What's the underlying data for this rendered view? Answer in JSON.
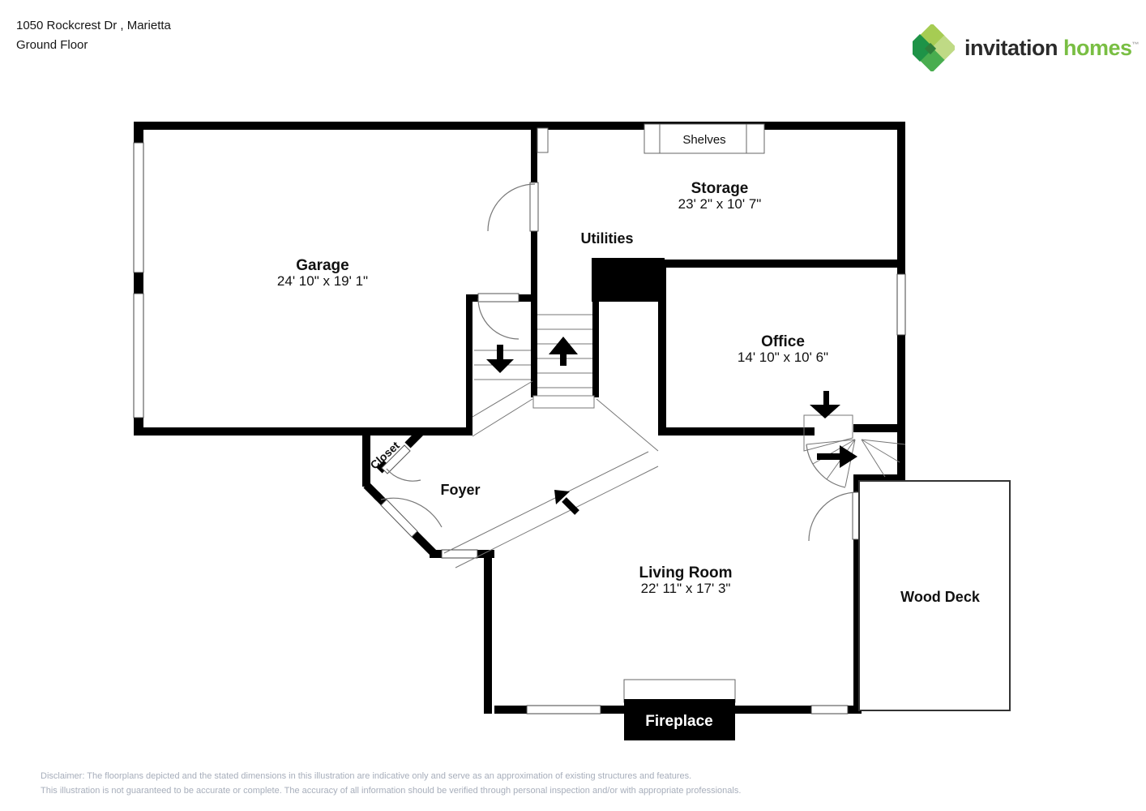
{
  "header": {
    "address": "1050 Rockcrest Dr , Marietta",
    "floor": "Ground Floor"
  },
  "logo": {
    "brand_part1": "invitation",
    "brand_part2": "homes",
    "trademark": "™",
    "colors": {
      "diamond_light": "#a6cc53",
      "diamond_pale": "#bfda85",
      "diamond_mid": "#49ad4f",
      "diamond_dark": "#1e9347",
      "word1": "#2b2b2b",
      "word2": "#79be43"
    }
  },
  "rooms": {
    "garage": {
      "name": "Garage",
      "dims": "24' 10\" x 19' 1\""
    },
    "storage": {
      "name": "Storage",
      "dims": "23' 2\" x 10' 7\""
    },
    "utilities": {
      "name": "Utilities"
    },
    "office": {
      "name": "Office",
      "dims": "14' 10\" x 10' 6\""
    },
    "foyer": {
      "name": "Foyer"
    },
    "closet": {
      "name": "Closet"
    },
    "living_room": {
      "name": "Living Room",
      "dims": "22' 11\" x 17' 3\""
    },
    "wood_deck": {
      "name": "Wood Deck"
    },
    "fireplace": {
      "name": "Fireplace"
    },
    "shelves": {
      "name": "Shelves"
    }
  },
  "disclaimer": {
    "line1": "Disclaimer: The floorplans depicted and the stated dimensions in this illustration are indicative only and serve as an approximation of existing structures and features.",
    "line2": "This illustration is not guaranteed to be accurate or complete. The accuracy of all information should be verified through personal inspection and/or with appropriate professionals."
  }
}
